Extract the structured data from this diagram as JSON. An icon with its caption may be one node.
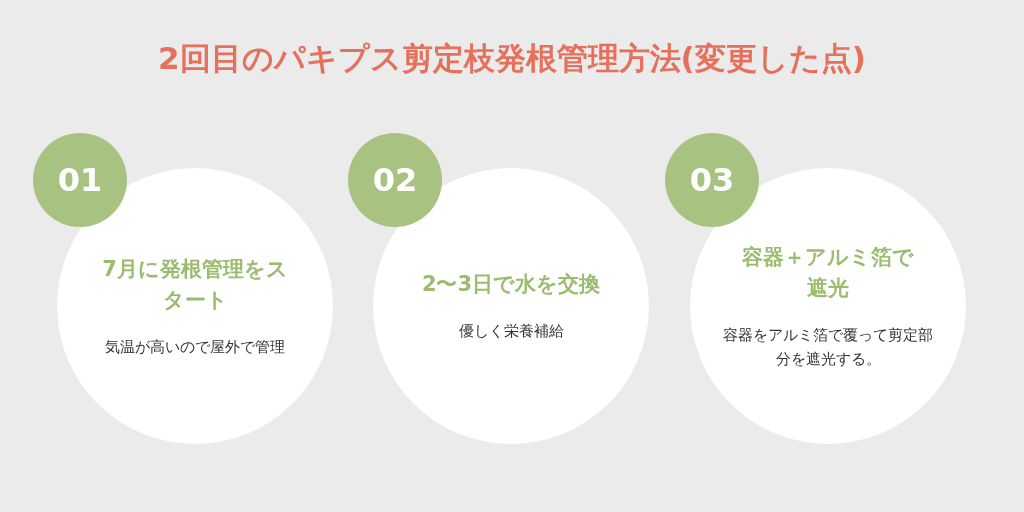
{
  "diagram": {
    "title": "2回目のパキプス剪定枝発根管理方法(変更した点)",
    "nodes": [
      {
        "text": [
          "01"
        ]
      },
      {
        "text": [
          "7月に発根管理をスタート",
          "気温が高いので屋外で管理"
        ]
      },
      {
        "text": [
          "02"
        ]
      },
      {
        "text": [
          "2〜3日で水を交換",
          "優しく栄養補給"
        ]
      },
      {
        "text": [
          "03"
        ]
      },
      {
        "text": [
          "容器＋アルミ箔で遮光",
          "容器をアルミ箔で覆って剪定部分を遮光する。"
        ]
      }
    ]
  }
}
